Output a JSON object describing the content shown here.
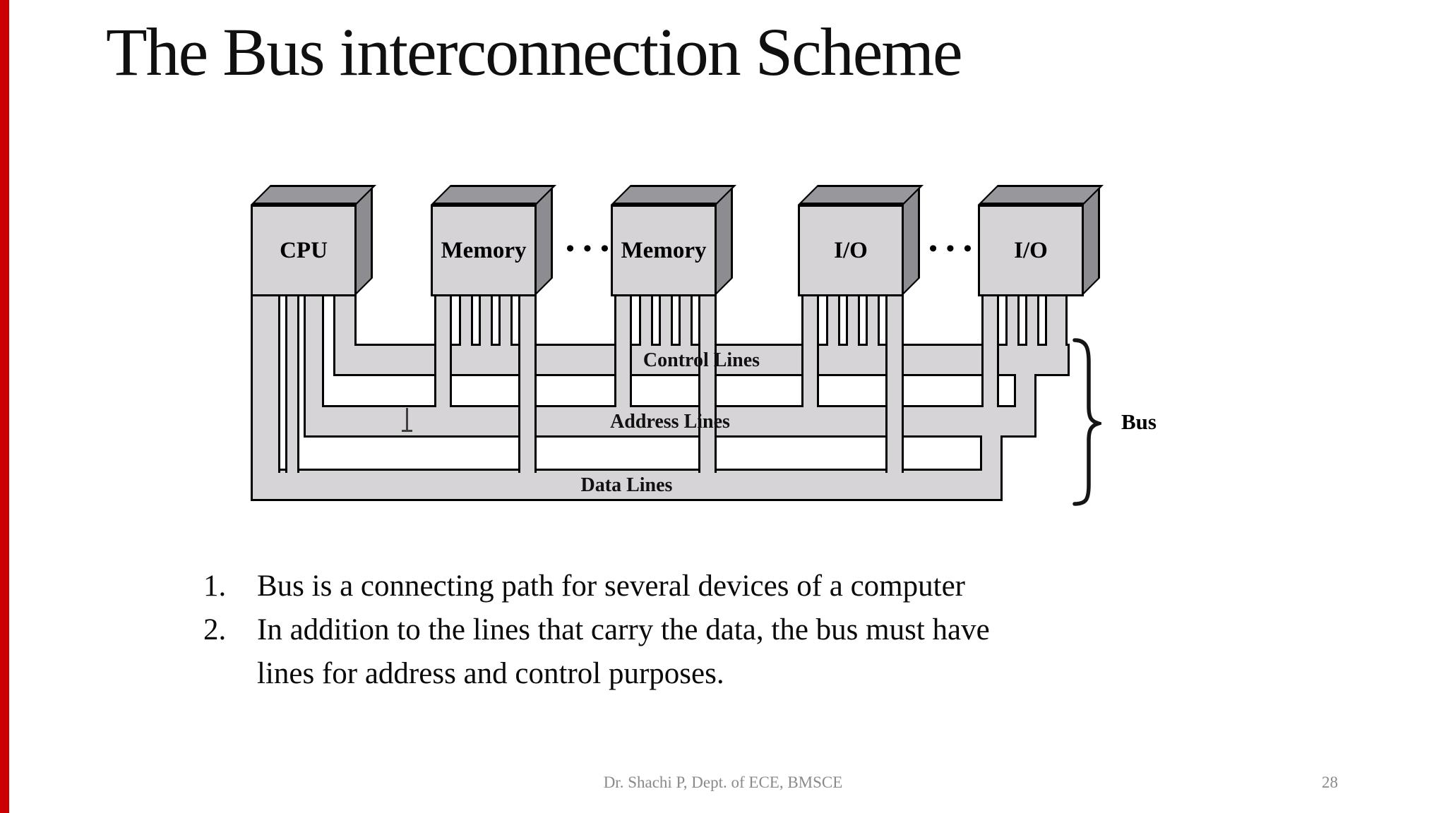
{
  "slide": {
    "title": "The Bus interconnection Scheme",
    "list": [
      {
        "number": "1.",
        "text": "Bus is a connecting path for several devices of a computer"
      },
      {
        "number": "2.",
        "text": "In addition to the lines that carry the data, the bus must have\nlines for address and control purposes."
      }
    ],
    "footer": {
      "credit": "Dr. Shachi P, Dept. of ECE, BMSCE",
      "page_number": "28"
    },
    "colors": {
      "accent_bar": "#cc0000",
      "module_front": "#d5d3d6",
      "module_shade": "#8d8c90",
      "bus_fill": "#d6d4d7",
      "outline": "#000000",
      "footer_text": "#8a8a8a"
    }
  },
  "diagram": {
    "modules": [
      {
        "label": "CPU"
      },
      {
        "label": "Memory"
      },
      {
        "label": "Memory"
      },
      {
        "label": "I/O"
      },
      {
        "label": "I/O"
      }
    ],
    "ellipsis": "• • •",
    "buses": [
      {
        "label": "Control Lines"
      },
      {
        "label": "Address Lines"
      },
      {
        "label": "Data Lines"
      }
    ],
    "brace_label": "Bus"
  }
}
